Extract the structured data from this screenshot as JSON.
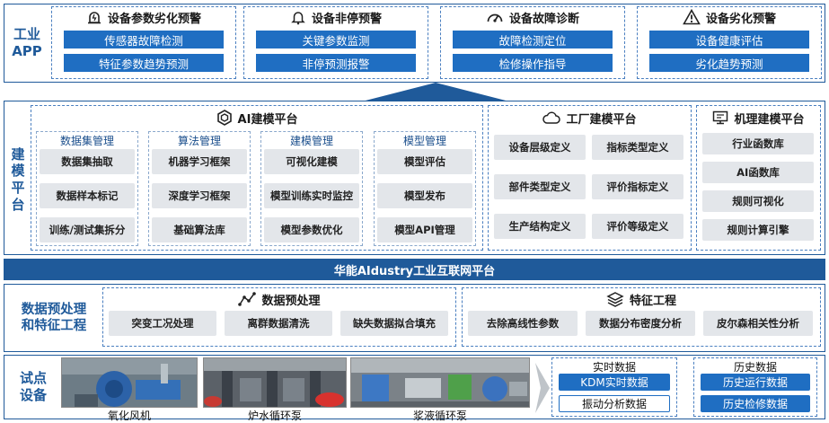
{
  "app_layer": {
    "label": "工业\nAPP",
    "groups": [
      {
        "title": "设备参数劣化预警",
        "icon": "alarm-icon",
        "items": [
          "传感器故障检测",
          "特征参数趋势预测"
        ]
      },
      {
        "title": "设备非停预警",
        "icon": "bell-icon",
        "items": [
          "关键参数监测",
          "非停预测报警"
        ]
      },
      {
        "title": "设备故障诊断",
        "icon": "gauge-icon",
        "items": [
          "故障检测定位",
          "检修操作指导"
        ]
      },
      {
        "title": "设备劣化预警",
        "icon": "warning-icon",
        "items": [
          "设备健康评估",
          "劣化趋势预测"
        ]
      }
    ]
  },
  "modeling_layer": {
    "label": "建\n模\n平\n台",
    "ai": {
      "title": "AI建模平台",
      "icon": "cube-icon",
      "columns": [
        {
          "title": "数据集管理",
          "items": [
            "数据集抽取",
            "数据样本标记",
            "训练/测试集拆分"
          ]
        },
        {
          "title": "算法管理",
          "items": [
            "机器学习框架",
            "深度学习框架",
            "基础算法库"
          ]
        },
        {
          "title": "建模管理",
          "items": [
            "可视化建模",
            "模型训练实时监控",
            "模型参数优化"
          ]
        },
        {
          "title": "模型管理",
          "items": [
            "模型评估",
            "模型发布",
            "模型API管理"
          ]
        }
      ]
    },
    "factory": {
      "title": "工厂建模平台",
      "icon": "cloud-icon",
      "items": [
        "设备层级定义",
        "指标类型定义",
        "部件类型定义",
        "评价指标定义",
        "生产结构定义",
        "评价等级定义"
      ]
    },
    "mechanism": {
      "title": "机理建模平台",
      "icon": "monitor-icon",
      "items": [
        "行业函数库",
        "AI函数库",
        "规则可视化",
        "规则计算引擎"
      ]
    }
  },
  "platform_bar": "华能AIdustry工业互联网平台",
  "preprocess_layer": {
    "label": "数据预处理\n和特征工程",
    "preprocess": {
      "title": "数据预处理",
      "icon": "graph-icon",
      "items": [
        "突变工况处理",
        "离群数据清洗",
        "缺失数据拟合填充"
      ]
    },
    "feature": {
      "title": "特征工程",
      "icon": "layers-icon",
      "items": [
        "去除高线性参数",
        "数据分布密度分析",
        "皮尔森相关性分析"
      ]
    }
  },
  "pilot_layer": {
    "label": "试点\n设备",
    "devices": [
      "氧化风机",
      "炉水循环泵",
      "浆液循环泵"
    ],
    "realtime": {
      "title": "实时数据",
      "items": [
        "KDM实时数据",
        "振动分析数据"
      ]
    },
    "history": {
      "title": "历史数据",
      "items": [
        "历史运行数据",
        "历史检修数据"
      ]
    }
  },
  "colors": {
    "primary": "#1f5a9a",
    "button": "#1f6ec2",
    "gray": "#e3e6ea"
  }
}
